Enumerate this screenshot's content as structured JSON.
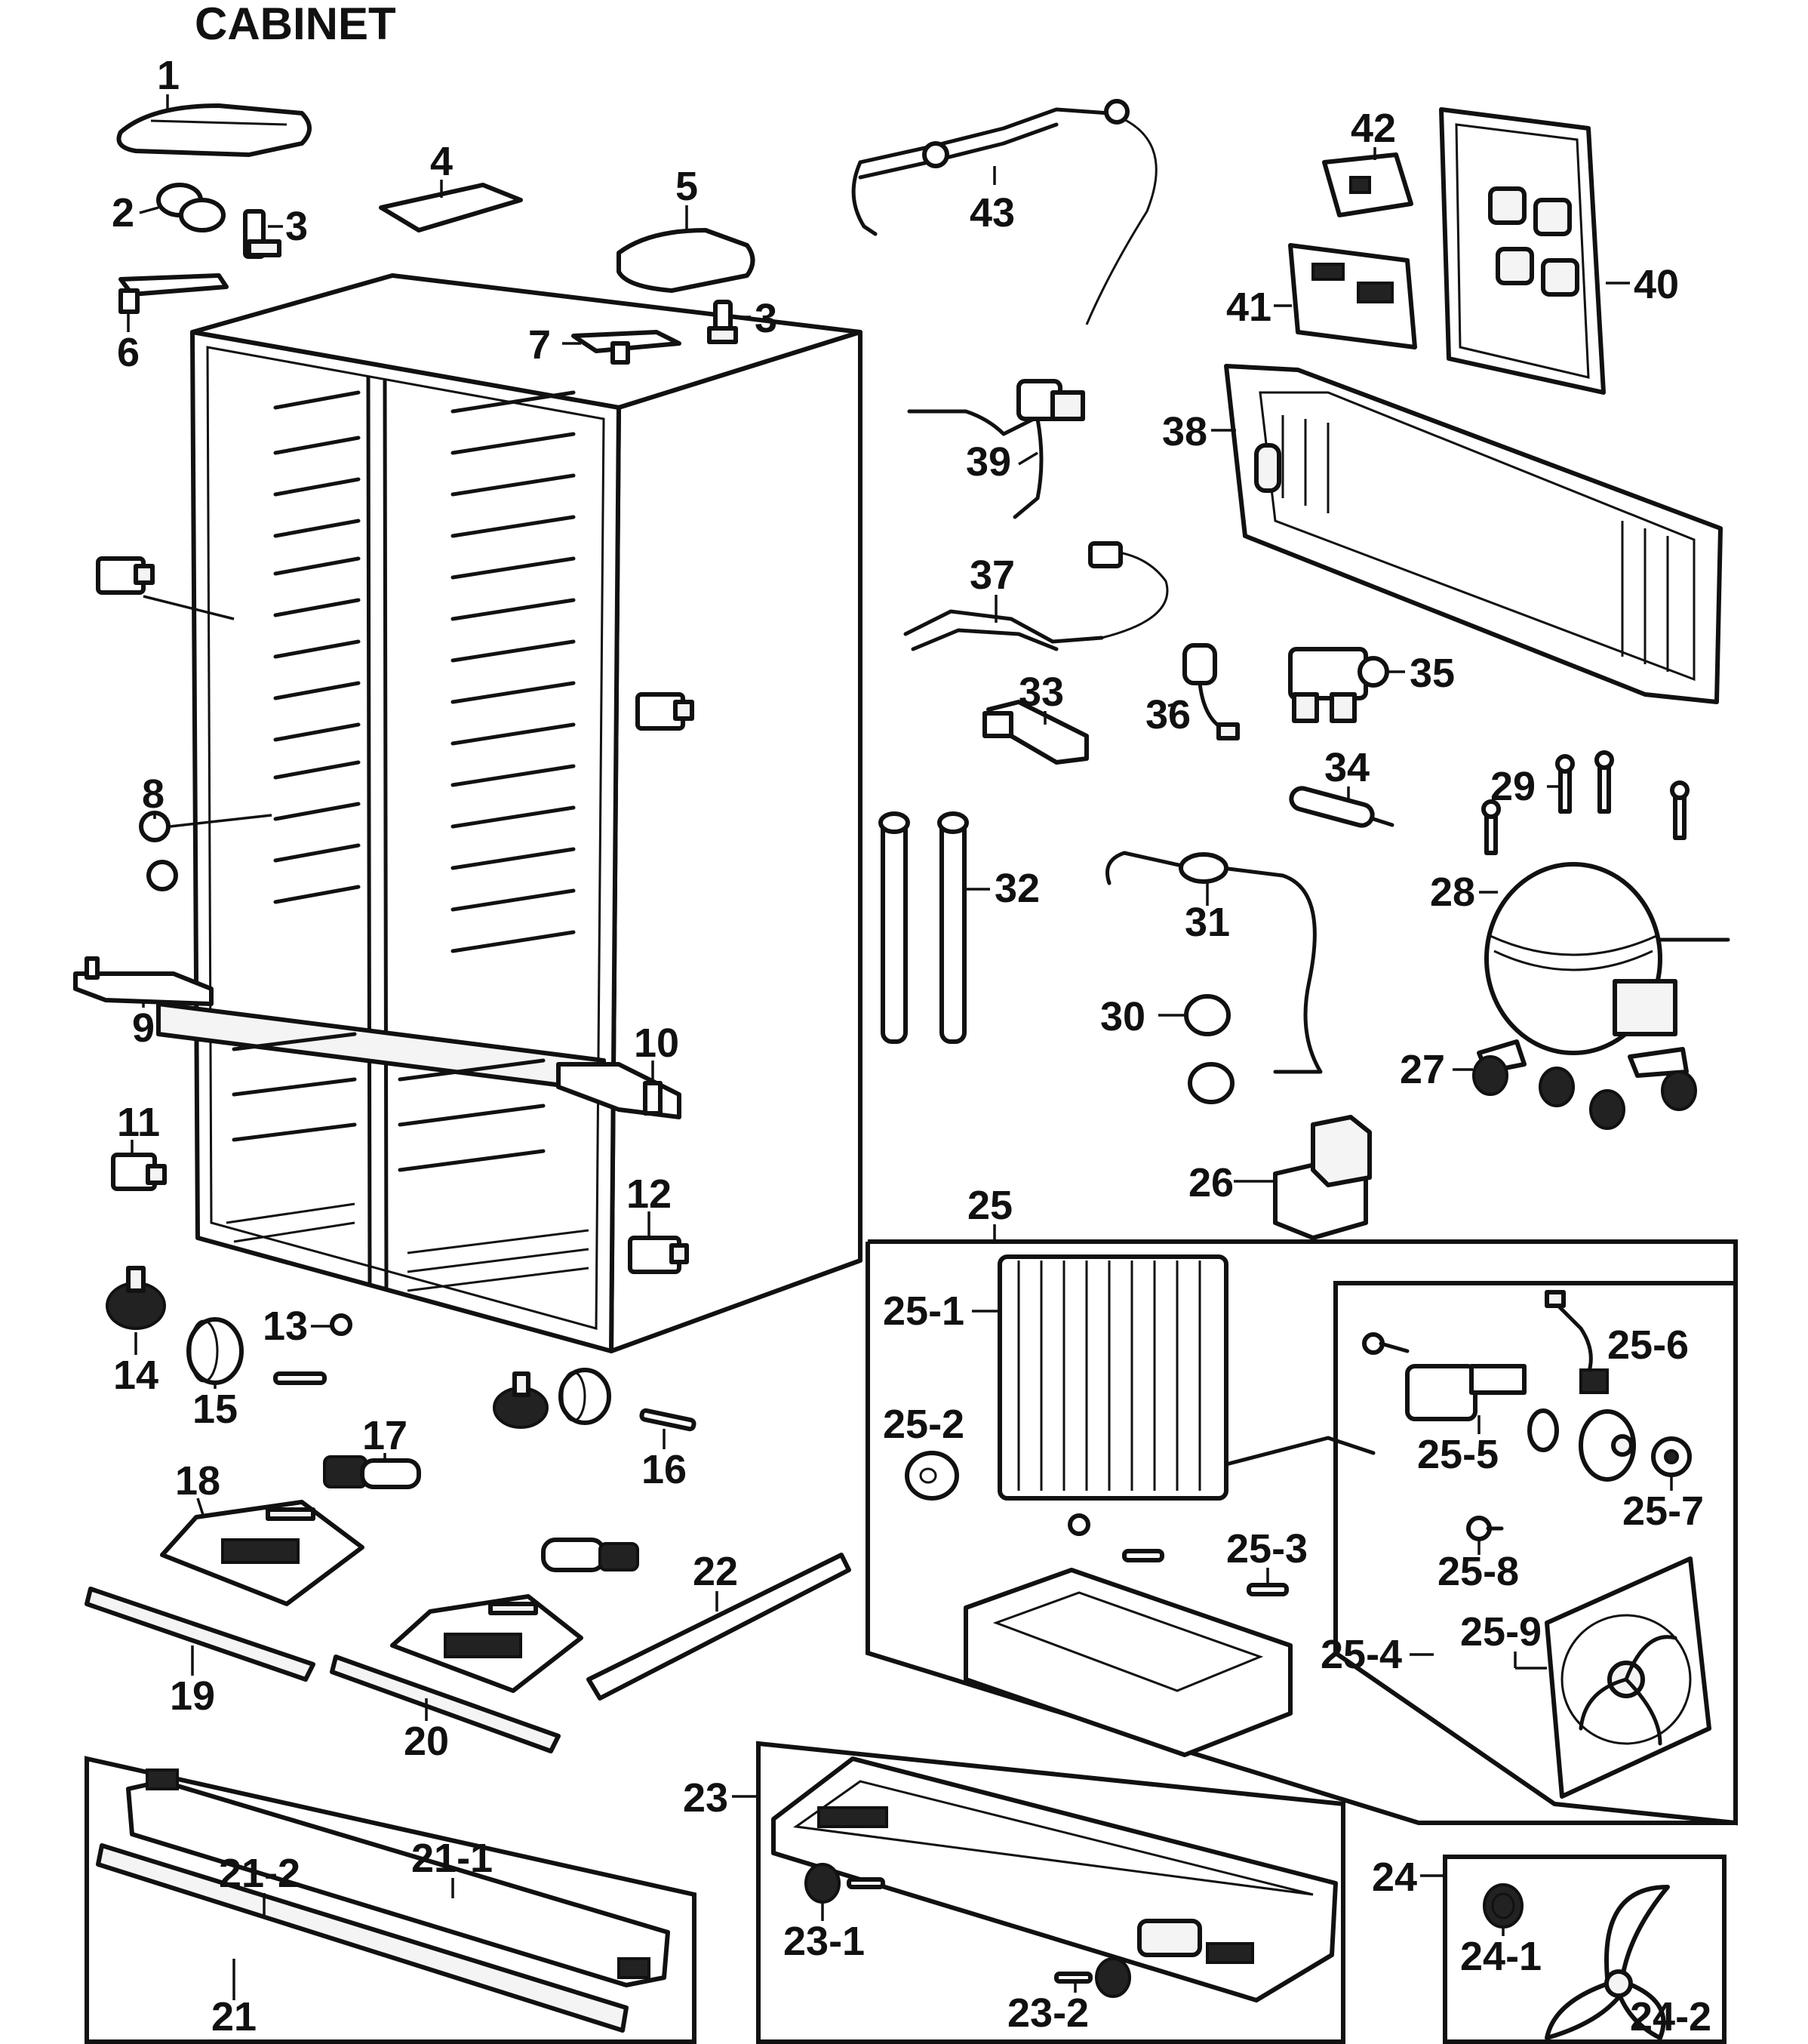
{
  "title": "CABINET",
  "labels": {
    "p1": "1",
    "p2": "2",
    "p3a": "3",
    "p3b": "3",
    "p4": "4",
    "p5": "5",
    "p6": "6",
    "p7": "7",
    "p8": "8",
    "p9": "9",
    "p10": "10",
    "p11": "11",
    "p12": "12",
    "p13": "13",
    "p14": "14",
    "p15": "15",
    "p16": "16",
    "p17": "17",
    "p18": "18",
    "p19": "19",
    "p20": "20",
    "p21": "21",
    "p21_1": "21-1",
    "p21_2": "21-2",
    "p22": "22",
    "p23": "23",
    "p23_1": "23-1",
    "p23_2": "23-2",
    "p24": "24",
    "p24_1": "24-1",
    "p24_2": "24-2",
    "p25": "25",
    "p25_1": "25-1",
    "p25_2": "25-2",
    "p25_3": "25-3",
    "p25_4": "25-4",
    "p25_5": "25-5",
    "p25_6": "25-6",
    "p25_7": "25-7",
    "p25_8": "25-8",
    "p25_9": "25-9",
    "p26": "26",
    "p27": "27",
    "p28": "28",
    "p29": "29",
    "p30": "30",
    "p31": "31",
    "p32": "32",
    "p33": "33",
    "p34": "34",
    "p35": "35",
    "p36": "36",
    "p37": "37",
    "p38": "38",
    "p39": "39",
    "p40": "40",
    "p41": "41",
    "p42": "42",
    "p43": "43"
  }
}
